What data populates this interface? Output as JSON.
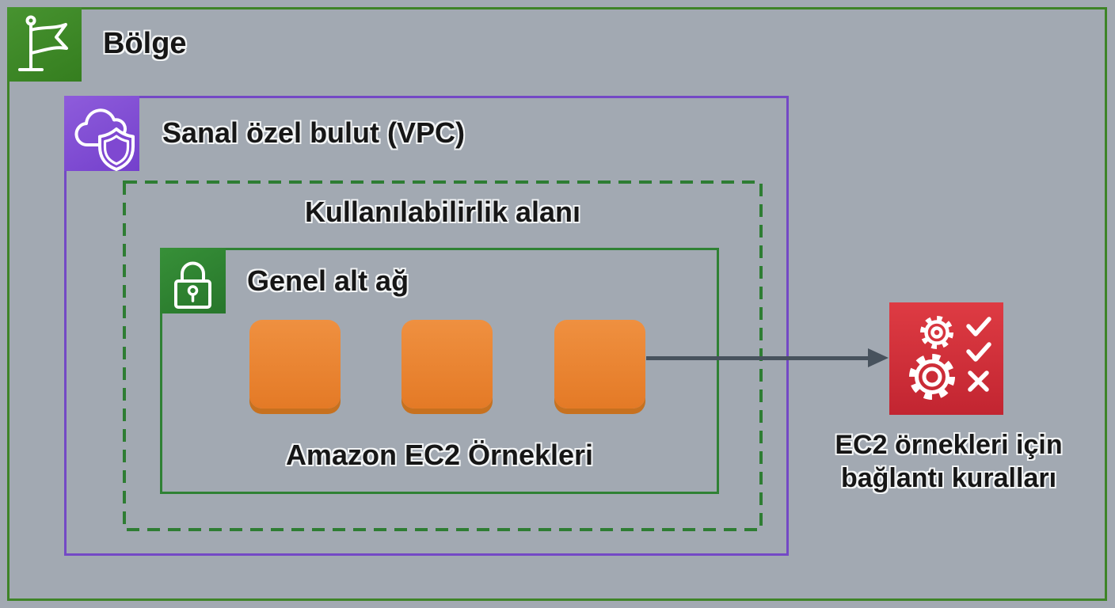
{
  "region": {
    "label": "Bölge"
  },
  "vpc": {
    "label": "Sanal özel bulut (VPC)"
  },
  "availability_zone": {
    "label": "Kullanılabilirlik alanı"
  },
  "public_subnet": {
    "label": "Genel alt ağ"
  },
  "ec2": {
    "label": "Amazon EC2 Örnekleri",
    "instance_count": 3
  },
  "connection_rules": {
    "line1": "EC2 örnekleri için",
    "line2": "bağlantı kuralları"
  },
  "icons": {
    "region": "flag-icon",
    "vpc": "cloud-shield-icon",
    "public_subnet": "lock-icon",
    "connection_rules": "gears-checklist-icon"
  },
  "colors": {
    "background": "#A2A9B2",
    "region_border": "#3E8427",
    "vpc_border": "#7449C5",
    "availability_zone_border": "#2E7D33",
    "subnet_border": "#2F8134",
    "ec2_orange": "#E8832F",
    "rules_red": "#D5313B",
    "arrow": "#47525D",
    "label_text": "#161616"
  }
}
